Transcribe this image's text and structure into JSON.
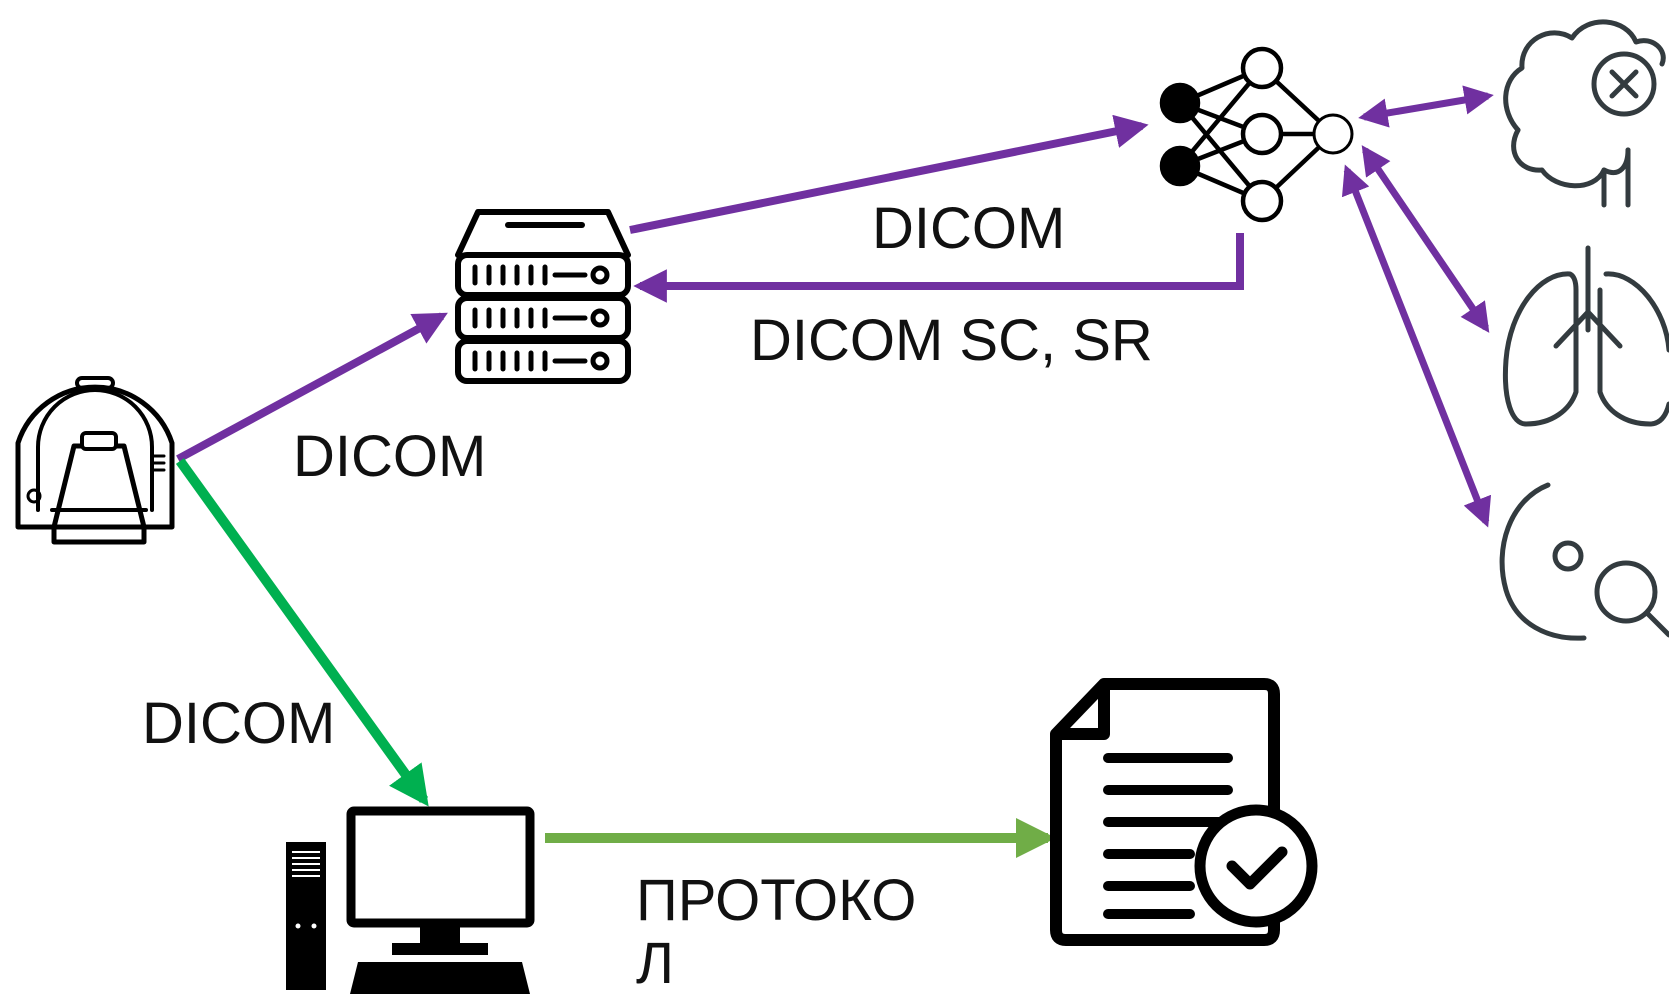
{
  "diagram": {
    "labels": {
      "ai_input": "DICOM",
      "ai_output": "DICOM SC, SR",
      "ct_to_pacs": "DICOM",
      "ct_to_workstation": "DICOM",
      "report": "ПРОТОКОЛ"
    },
    "nodes": [
      {
        "id": "ct-scanner",
        "icon": "ct-scanner-icon"
      },
      {
        "id": "pacs-server",
        "icon": "server-rack-icon"
      },
      {
        "id": "ai-model",
        "icon": "neural-network-icon"
      },
      {
        "id": "brain",
        "icon": "brain-icon"
      },
      {
        "id": "lungs",
        "icon": "lungs-icon"
      },
      {
        "id": "breast-search",
        "icon": "breast-magnifier-icon"
      },
      {
        "id": "workstation",
        "icon": "desktop-computer-icon"
      },
      {
        "id": "report",
        "icon": "document-check-icon"
      }
    ],
    "colors": {
      "ai_flow": "#7030A0",
      "clinical_flow": "#00B050",
      "report_flow": "#70AD47",
      "icon_stroke": "#000000",
      "organ_stroke": "#333b3f"
    }
  }
}
